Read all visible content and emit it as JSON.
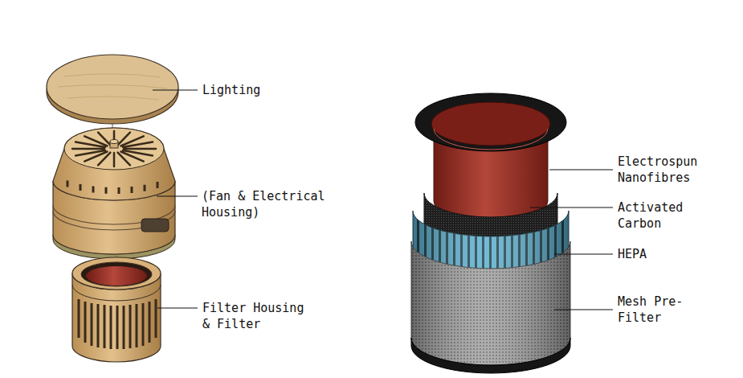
{
  "diagram": {
    "labels": [
      "Lighting",
      "(Fan & Electrical Housing)",
      "Filter Housing & Filter",
      "Electrospun Nanofibres",
      "Activated Carbon",
      "HEPA",
      "Mesh Pre-Filter"
    ]
  }
}
